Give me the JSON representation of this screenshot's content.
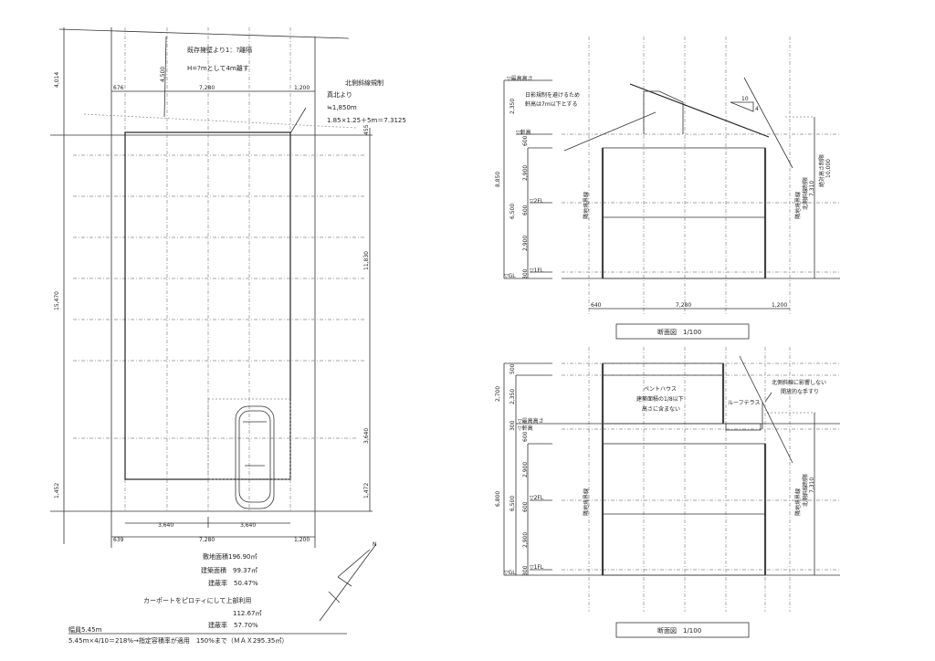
{
  "plan": {
    "note_setback_1": "既存擁壁より1：?離隔",
    "note_setback_2": "H=?mとして4m離す",
    "dim_setback": "4,500",
    "north_slope_title": "北側斜線規制",
    "north_slope_1": "真北より",
    "north_slope_2": "≒1,850m",
    "north_slope_3": "1.85×1.25＋5m＝7.3125",
    "dims_top": [
      "676",
      "7,280",
      "1,200"
    ],
    "dims_left": [
      "4,014",
      "15,470",
      "1,452"
    ],
    "dims_right": [
      "455",
      "11,830",
      "3,640",
      "1,472"
    ],
    "dims_bottom_inner": [
      "3,640",
      "3,640"
    ],
    "dims_bottom": [
      "639",
      "7,280",
      "1,200"
    ],
    "north_label": "N"
  },
  "stats": {
    "site_area": "敷地面積196.90㎡",
    "building_area": "建築面積　99.37㎡",
    "coverage": "建蔽率　50.47%",
    "carport_note": "カーポートをピロティにして上部利用",
    "carport_area": "112.67㎡",
    "carport_coverage": "建蔽率　57.70%",
    "road_width": "幅員5.45m",
    "far_note": "5.45m×4/10＝218%→指定容積率が適用　150%まで（ＭＡＸ295.35㎡）"
  },
  "section1": {
    "max_height": "▽最高高さ",
    "eave": "▽軒高",
    "fl2": "▽2FL",
    "fl1": "▽1FL",
    "gl": "▽GL",
    "note_1": "日影規制を避けるため",
    "note_2": "軒高は7m以下とする",
    "slope_run": "10",
    "slope_rise": "4",
    "dims_left_outer": "8,850",
    "dims_left_mid": [
      "2,350",
      "6,500"
    ],
    "dims_left_inner": [
      "600",
      "2,900",
      "600",
      "2,900",
      "300"
    ],
    "boundary_left": "隣地境界線",
    "boundary_right": "隣地境界線",
    "north_limit": "北側斜線制限",
    "north_limit_val": "7,310",
    "road_limit": "絶対高さ制限",
    "road_limit_val": "10,000",
    "dims_bottom": [
      "640",
      "7,280",
      "1,200"
    ],
    "caption": "断面図　1/100"
  },
  "section2": {
    "max_height": "▽最高高さ",
    "eave": "▽軒高",
    "fl2": "▽2FL",
    "fl1": "▽1FL",
    "gl": "▽GL",
    "penthouse_1": "ペントハウス",
    "penthouse_2": "建築面積の1/8以下",
    "penthouse_3": "高さに含まない",
    "roof_terrace": "ルーフテラス",
    "rail_note_1": "北側斜線に影響しない",
    "rail_note_2": "開放的な手すり",
    "dims_left_outer": [
      "2,700",
      "6,800"
    ],
    "dims_left_mid": [
      "500",
      "2,350",
      "6,500"
    ],
    "dims_left_inner": [
      "300",
      "600",
      "2,900",
      "600",
      "2,900",
      "300"
    ],
    "boundary_left": "隣地境界線",
    "boundary_right": "隣地境界線",
    "north_limit": "北側斜線制限",
    "north_limit_val": "7,310",
    "caption": "断面図　1/100"
  }
}
